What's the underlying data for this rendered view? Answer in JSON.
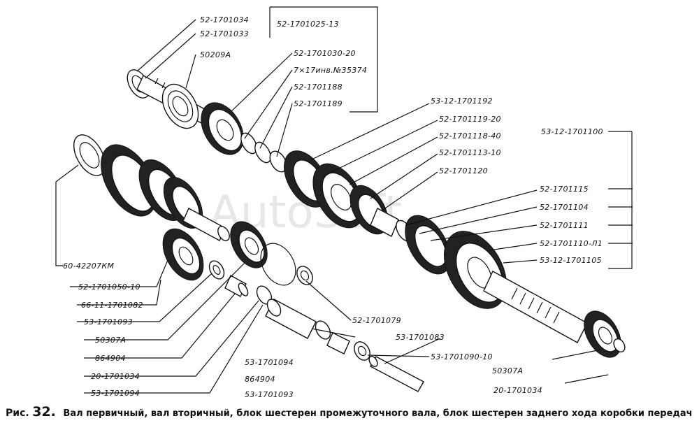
{
  "watermark": "AutoSoft",
  "caption": {
    "prefix": "Рис.",
    "number": "32.",
    "text": "Вал первичный, вал вторичный, блок шестерен промежуточного вала, блок шестерен заднего хода коробки передач"
  },
  "labels": {
    "l01": "52-1701034",
    "l02": "52-1701033",
    "l03": "50209А",
    "l04": "52-1701025-13",
    "l05": "52-1701030-20",
    "l06": "7×17инв.№35374",
    "l07": "52-1701188",
    "l08": "52-1701189",
    "l09": "53-12-1701192",
    "l10": "52-1701119-20",
    "l11": "52-1701118-40",
    "l12": "52-1701113-10",
    "l13": "52-1701120",
    "l14": "53-12-1701100",
    "l15": "52-1701115",
    "l16": "52-1701104",
    "l17": "52-1701111",
    "l18": "52-1701110-Л1",
    "l19": "53-12-1701105",
    "l20": "60-42207КМ",
    "l21": "52-1701050-10",
    "l22": "66-11-1701082",
    "l23": "53-1701093",
    "l24": "50307А",
    "l25": "864904",
    "l26": "20-1701034",
    "l27": "53-1701094",
    "l28": "52-1701079",
    "l29": "53-1701083",
    "l30": "53-1701094",
    "l31": "864904",
    "l32": "53-1701093",
    "l33": "53-1701090-10",
    "l34": "50307А",
    "l35": "20-1701034"
  }
}
